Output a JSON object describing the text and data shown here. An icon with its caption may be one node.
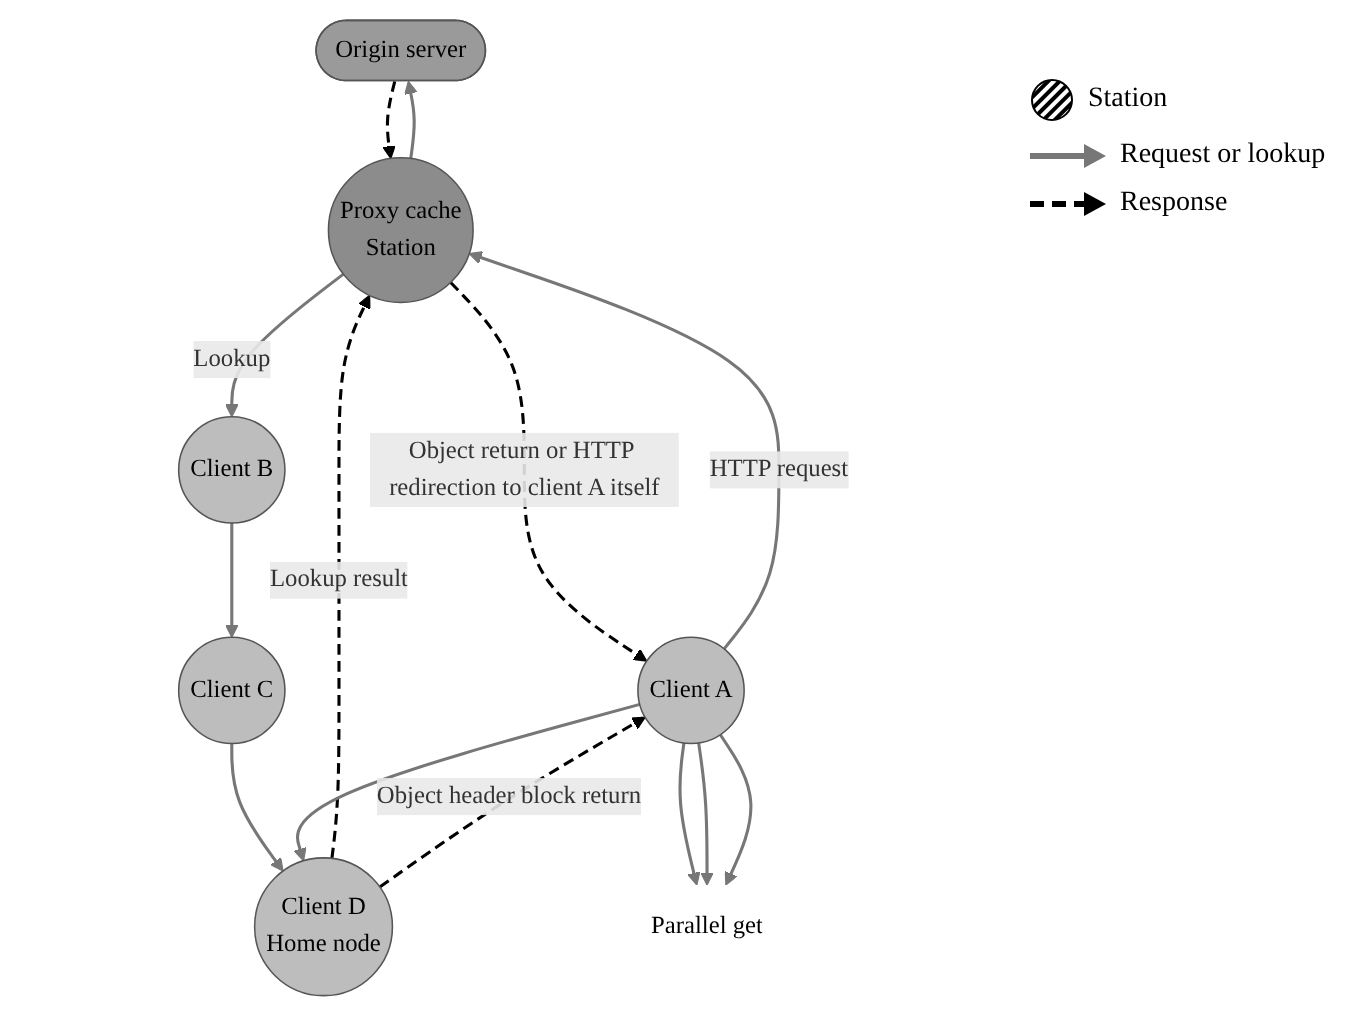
{
  "diagram": {
    "nodes": [
      {
        "text": [
          "Origin server"
        ]
      },
      {
        "text": [
          "Proxy cache",
          "Station"
        ]
      },
      {
        "text": [
          "Client A"
        ]
      },
      {
        "text": [
          "Client B"
        ]
      },
      {
        "text": [
          "Client C"
        ]
      },
      {
        "text": [
          "Client D",
          "Home node"
        ]
      },
      {
        "text": [
          "Parallel get"
        ]
      }
    ],
    "edges": [
      {
        "from": 0,
        "to": 1,
        "arrow": "to",
        "style": "dashed",
        "color": "#000000"
      },
      {
        "from": 1,
        "to": 0,
        "arrow": "to"
      },
      {
        "from": 1,
        "to": 2,
        "arrow": "to",
        "label": "Object return or HTTP redirection to client A itself",
        "style": "dashed",
        "color": "#000000"
      },
      {
        "from": 2,
        "to": 1,
        "arrow": "to",
        "label": "HTTP request"
      },
      {
        "from": 1,
        "to": 3,
        "arrow": "to",
        "label": "Lookup"
      },
      {
        "from": 5,
        "to": 1,
        "arrow": "to",
        "label": "Lookup result",
        "style": "dashed",
        "color": "#000000"
      },
      {
        "from": 3,
        "to": 4,
        "arrow": "to"
      },
      {
        "from": 4,
        "to": 5,
        "arrow": "to"
      },
      {
        "from": 2,
        "to": 5,
        "arrow": "to"
      },
      {
        "from": 5,
        "to": 2,
        "arrow": "to",
        "label": "Object header block return",
        "style": "dashed",
        "color": "#000000"
      },
      {
        "from": 2,
        "to": 6,
        "arrow": "to"
      },
      {
        "from": 2,
        "to": 6,
        "arrow": "to"
      },
      {
        "from": 2,
        "to": 6,
        "arrow": "to"
      }
    ],
    "legend": [
      {
        "text": "Station"
      },
      {
        "text": "Request or lookup"
      },
      {
        "text": "Response"
      }
    ]
  }
}
